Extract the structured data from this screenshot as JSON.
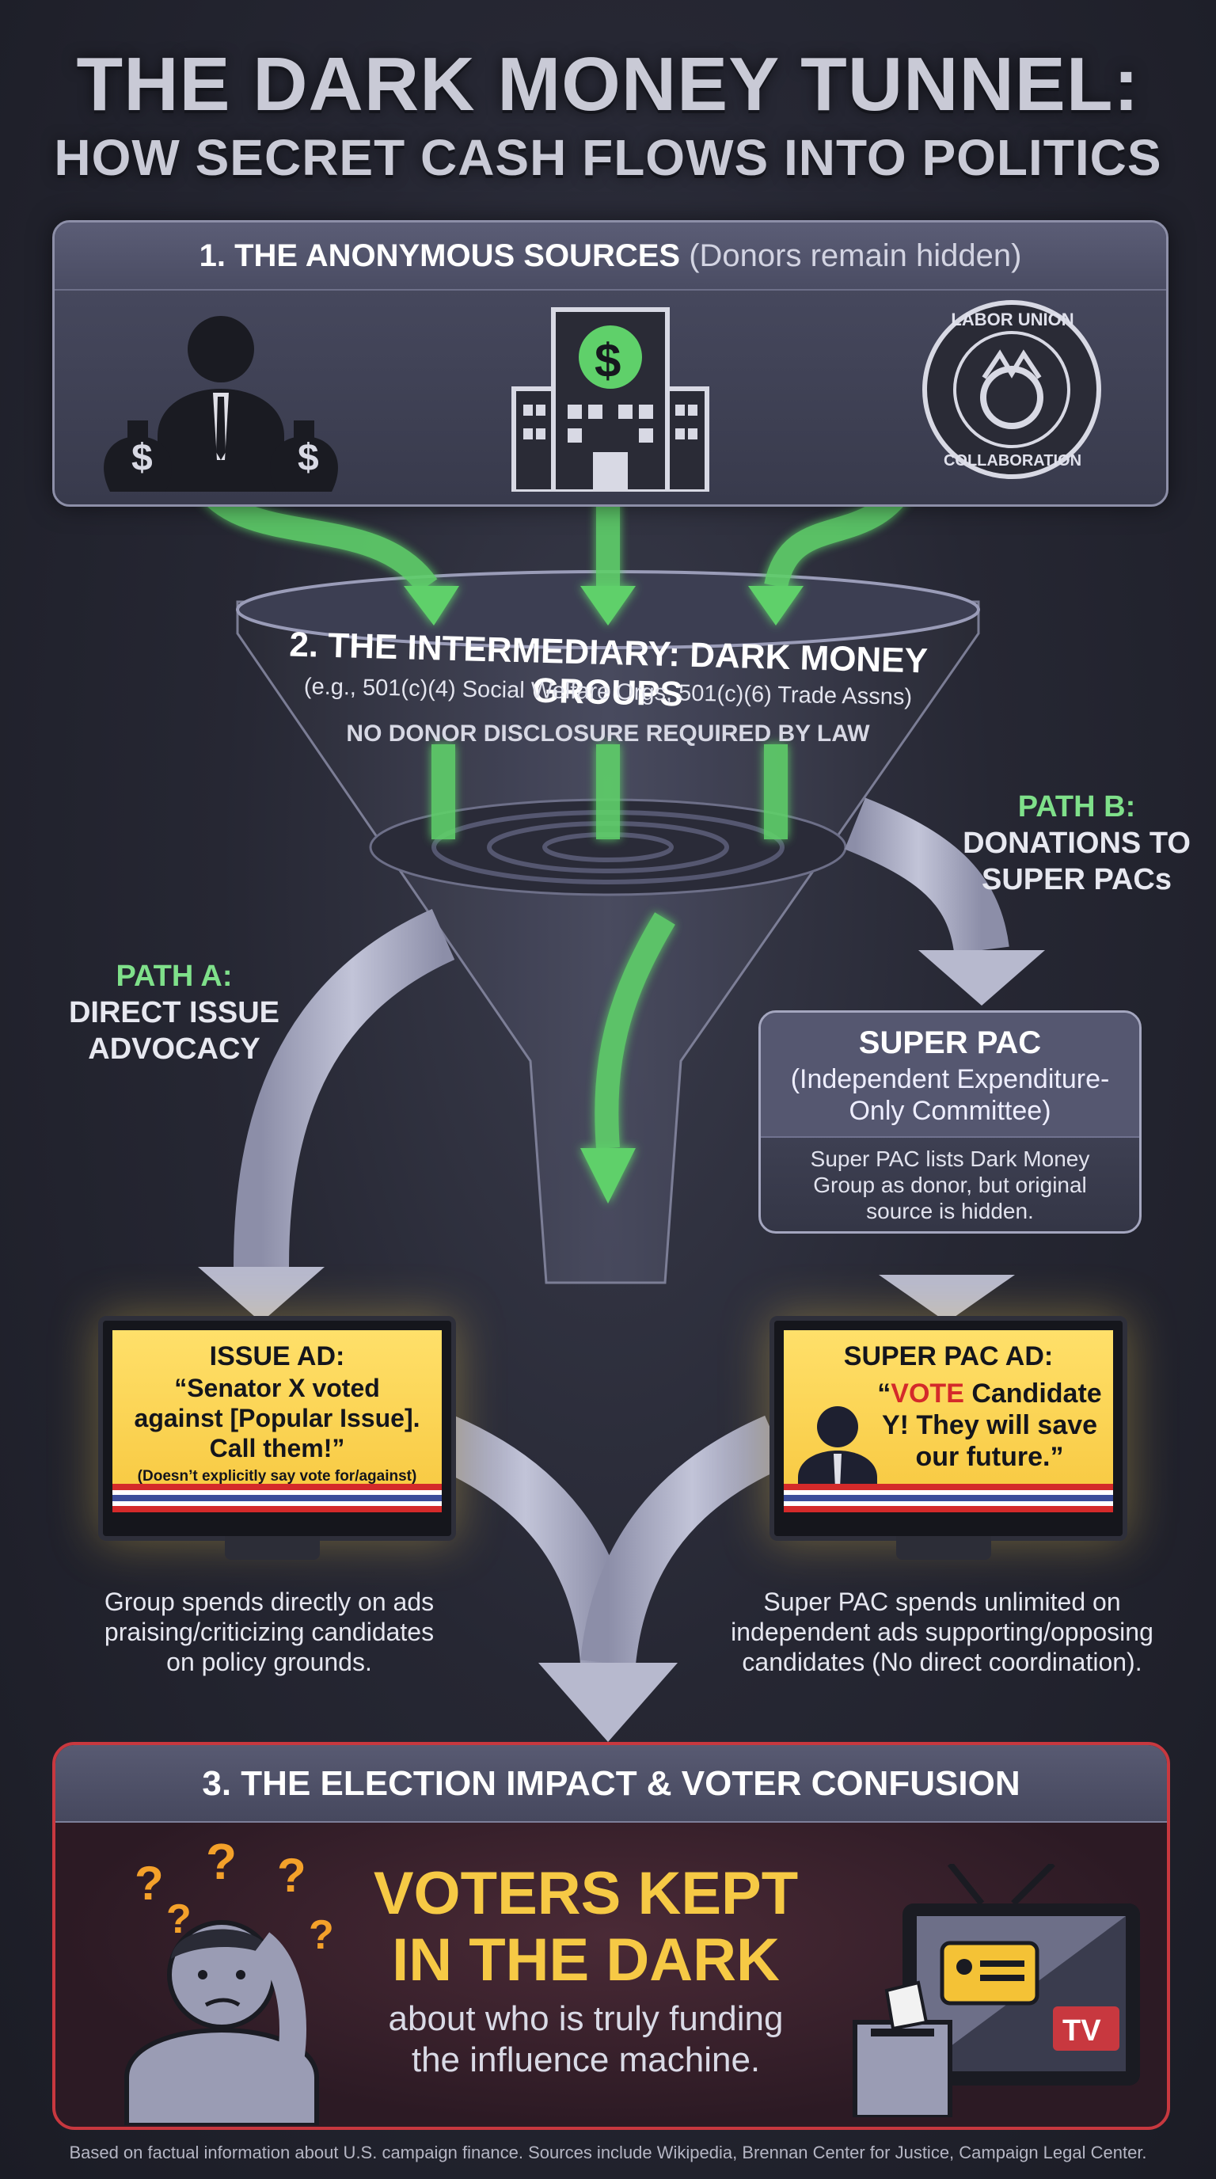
{
  "title": {
    "line1": "THE DARK MONEY TUNNEL:",
    "line2": "HOW SECRET CASH FLOWS INTO POLITICS"
  },
  "sources": {
    "heading": "1. THE ANONYMOUS SOURCES",
    "subheading": "(Donors remain hidden)",
    "union_seal_top": "LABOR UNION",
    "union_seal_bottom": "COLLABORATION",
    "money_symbol": "$"
  },
  "intermediary": {
    "heading": "2. THE INTERMEDIARY: DARK MONEY GROUPS",
    "examples": "(e.g., 501(c)(4) Social Welfare Orgs, 501(c)(6) Trade Assns)",
    "disclosure": "NO DONOR DISCLOSURE REQUIRED BY LAW"
  },
  "path_a": {
    "label": "PATH A:",
    "line1": "DIRECT ISSUE",
    "line2": "ADVOCACY"
  },
  "path_b": {
    "label": "PATH B:",
    "line1": "DONATIONS TO",
    "line2": "SUPER PACs"
  },
  "super_pac": {
    "title": "SUPER PAC",
    "desc1": "(Independent Expenditure-",
    "desc2": "Only Committee)",
    "note1": "Super PAC lists Dark Money",
    "note2": "Group as donor, but original",
    "note3": "source is hidden."
  },
  "issue_ad": {
    "title": "ISSUE AD:",
    "line1": "“Senator X voted",
    "line2": "against [Popular Issue].",
    "line3": "Call them!”",
    "note": "(Doesn’t explicitly say vote for/against)",
    "desc1": "Group spends directly on ads",
    "desc2": "praising/criticizing candidates",
    "desc3": "on policy grounds."
  },
  "super_pac_ad": {
    "title": "SUPER PAC AD:",
    "quote_open": "“",
    "vote_word": "VOTE",
    "line1_rest": " Candidate",
    "line2": "Y! They will save",
    "line3": "our future.”",
    "desc1": "Super PAC spends unlimited on",
    "desc2": "independent ads supporting/opposing",
    "desc3": "candidates (No direct coordination)."
  },
  "impact": {
    "heading": "3. THE ELECTION IMPACT & VOTER CONFUSION",
    "headline1": "VOTERS KEPT",
    "headline2": "IN THE DARK",
    "sub1": "about who is truly funding",
    "sub2": "the influence machine.",
    "question_mark": "?",
    "tv_label": "TV"
  },
  "footer": "Based on factual information about U.S. campaign finance. Sources include Wikipedia, Brennan Center for Justice, Campaign Legal Center.",
  "colors": {
    "money_green": "#5fd06a",
    "headline_yellow": "#f6c945",
    "alert_red": "#c8383f",
    "ad_yellow": "#f7c73e"
  }
}
